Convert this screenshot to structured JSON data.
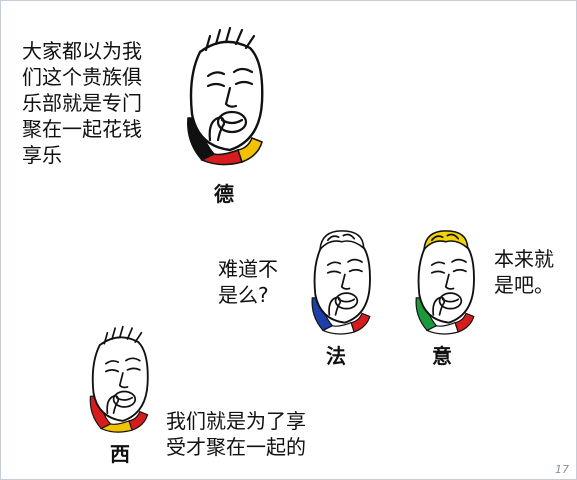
{
  "panels": [
    {
      "id": "germany",
      "speech_lines": [
        "大家都以为我",
        "们这个贵族俱",
        "乐部就是专门",
        "聚在一起花钱",
        "享乐"
      ],
      "label": "德",
      "scarf_colors": [
        "#111111",
        "#d61c1c",
        "#f2c200"
      ],
      "hair_color": "#111111"
    },
    {
      "id": "france",
      "speech_lines": [
        "难道不",
        "是么?"
      ],
      "label": "法",
      "scarf_colors": [
        "#1e3fa8",
        "#ffffff",
        "#d61c1c"
      ],
      "hair_color": "#ffffff"
    },
    {
      "id": "italy",
      "speech_lines": [
        "本来就",
        "是吧。"
      ],
      "label": "意",
      "scarf_colors": [
        "#1a9a3a",
        "#ffffff",
        "#d61c1c"
      ],
      "hair_color": "#f2d20a"
    },
    {
      "id": "spain",
      "speech_lines": [
        "我们就是为了享",
        "受才聚在一起的"
      ],
      "label": "西",
      "scarf_colors": [
        "#d61c1c",
        "#f2c200",
        "#d61c1c"
      ],
      "hair_color": "#111111"
    }
  ],
  "page_number": "17"
}
